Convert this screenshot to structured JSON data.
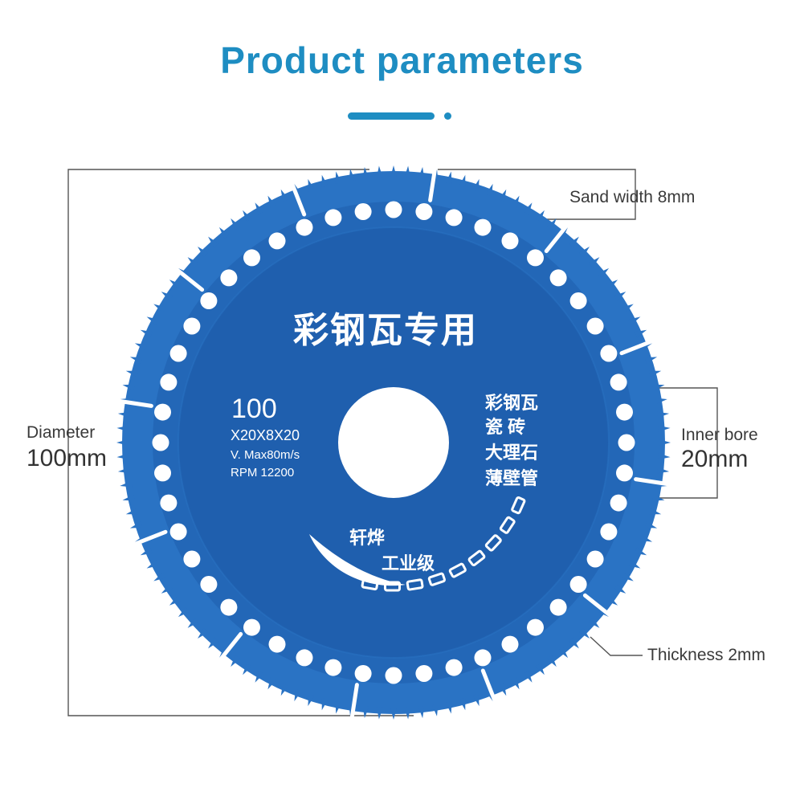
{
  "title": "Product parameters",
  "colors": {
    "accent": "#1e8dc2",
    "disc_blue": "#1f5fae",
    "disc_edge": "#2a73c4",
    "line": "#555555"
  },
  "labels": {
    "sand_width": "Sand width 8mm",
    "diameter_title": "Diameter",
    "diameter_value": "100mm",
    "inner_bore_title": "Inner bore",
    "inner_bore_value": "20mm",
    "thickness": "Thickness 2mm"
  },
  "disc": {
    "heading": "彩钢瓦专用",
    "size": "100",
    "spec": "X20X8X20",
    "speed": "V. Max80m/s",
    "rpm": "RPM 12200",
    "materials": [
      "彩钢瓦",
      "瓷 砖",
      "大理石",
      "薄壁管"
    ],
    "brand_line1": "轩烨",
    "brand_line2": "工业级"
  }
}
